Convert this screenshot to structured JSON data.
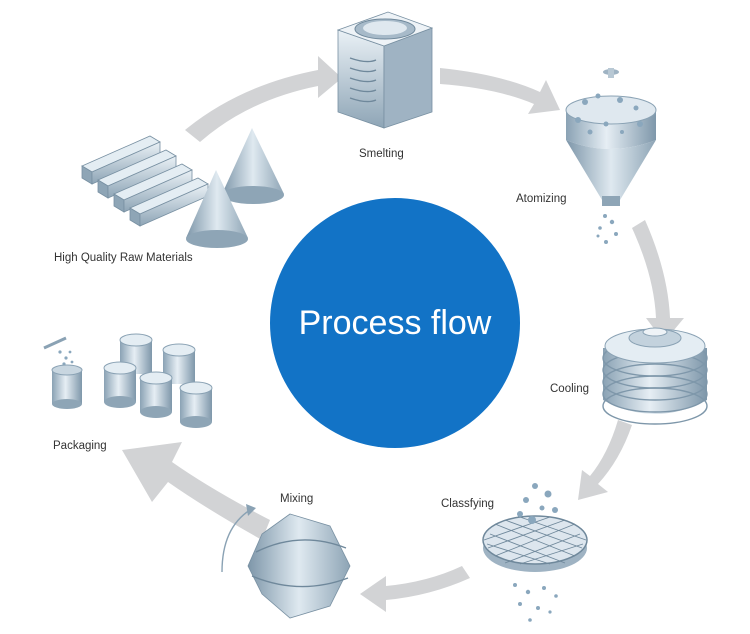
{
  "title": "Process flow",
  "steps": [
    {
      "label": "Smelting",
      "icon": "smelting-furnace-icon"
    },
    {
      "label": "Atomizing",
      "icon": "atomizer-icon"
    },
    {
      "label": "Cooling",
      "icon": "cooling-tower-icon"
    },
    {
      "label": "Classfying",
      "icon": "sieve-icon"
    },
    {
      "label": "Mixing",
      "icon": "mixer-icon"
    },
    {
      "label": "Packaging",
      "icon": "packaging-cans-icon"
    },
    {
      "label": "High Quality Raw Materials",
      "icon": "raw-materials-icon"
    }
  ],
  "colors": {
    "center_circle": "#1273c6",
    "arrow": "#d2d3d5",
    "metal_light": "#dde6ee",
    "metal_mid": "#a9bccb",
    "metal_dark": "#6f889b",
    "text": "#333333"
  }
}
